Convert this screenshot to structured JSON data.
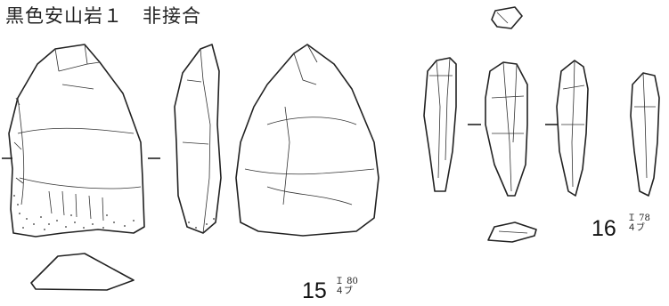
{
  "caption": {
    "title": "黒色安山岩１　非接合"
  },
  "artifacts": [
    {
      "number": "15",
      "label_line1": "Ｉ 80",
      "label_line2": "４ブ"
    },
    {
      "number": "16",
      "label_line1": "Ｉ 78",
      "label_line2": "４ブ"
    }
  ]
}
